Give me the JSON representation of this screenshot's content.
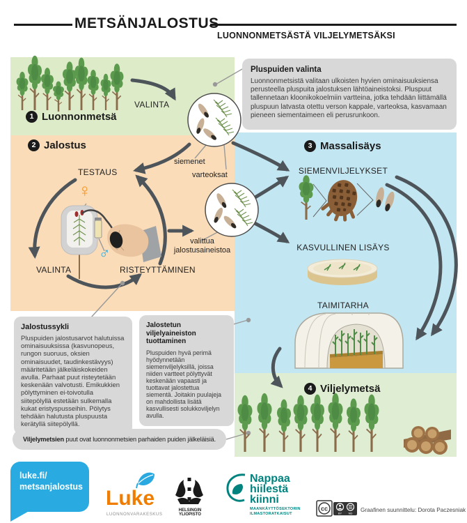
{
  "header": {
    "title": "METSÄNJALOSTUS",
    "subtitle": "LUONNONMETSÄSTÄ VILJELYMETSÄKSI"
  },
  "info_box": {
    "title": "Pluspuiden valinta",
    "body": "Luonnonmetsistä valitaan ulkoisten hyvien ominaisuuksiensa perusteella pluspuita jalostuksen lähtöaineistoksi. Pluspuut tallennetaan kloonikokoelmiin vartteina, jotka tehdään liittämällä pluspuun latvasta otettu verson kappale, varteoksa, kasvamaan pieneen siementaimeen eli perusrunkoon."
  },
  "stage1": {
    "number": "1",
    "label": "Luonnonmetsä",
    "arrow_label": "VALINTA"
  },
  "stage2": {
    "number": "2",
    "label": "Jalostus",
    "testaus": "TESTAUS",
    "valinta": "VALINTA",
    "risteyttaminen": "RISTEYTTÄMINEN",
    "female_symbol": "♀",
    "male_symbol": "♂",
    "siemenet": "siemenet",
    "varteoksat": "varteoksat",
    "valittua_line1": "valittua",
    "valittua_line2": "jalostusaineistoa"
  },
  "stage3": {
    "number": "3",
    "label": "Massalisäys",
    "item1": "SIEMENVILJELYKSET",
    "item2": "KASVULLINEN LISÄYS",
    "item3": "TAIMITARHA"
  },
  "stage4": {
    "number": "4",
    "label": "Viljelymetsä"
  },
  "jalostussykli_box": {
    "title": "Jalostussykli",
    "body": "Pluspuiden jalostusarvot halutuissa ominaisuuksissa (kasvunopeus, rungon suoruus, oksien ominaisuudet, taudinkestävyys) määritetään jälkeläiskokeiden avulla. Parhaat puut risteytetään keskenään valvotusti. Emikukkien pölyttyminen ei-toivotulla siitepölyllä estetään sulkemalla kukat eristyspusseihin. Pölytys tehdään halutusta pluspuusta kerätyllä siitepölyllä."
  },
  "tuottaminen_box": {
    "title": "Jalostetun viljelyaineiston tuottaminen",
    "body": "Pluspuiden hyvä perimä hyödynnetään siemenviljelyksillä, joissa niiden vartteet pölyttyvät keskenään vapaasti ja tuottavat jalostettua siementä. Joitakin puulajeja on mahdollista lisätä kasvullisesti solukkoviljelyn avulla."
  },
  "bottom_note": {
    "bold": "Viljelymetsien",
    "rest": " puut ovat luonnonmetsien parhaiden puiden jälkeläisiä."
  },
  "footer": {
    "bubble_line1": "luke.fi/",
    "bubble_line2": "metsanjalostus",
    "luke_name": "Luke",
    "luke_sub": "LUONNONVARAKESKUS",
    "university": "HELSINGIN YLIOPISTO",
    "nappaa_line1": "Nappaa",
    "nappaa_line2": "hiilestä",
    "nappaa_line3": "kiinni",
    "nappaa_sub1": "MAANKÄYTTÖSEKTORIN",
    "nappaa_sub2": "ILMASTORATKAISUT",
    "credit": "Graafinen suunnittelu: Dorota Paczesniak"
  },
  "colors": {
    "panel_green_top": "#DDEBC8",
    "panel_orange": "#FADCB8",
    "panel_blue": "#C3E7F2",
    "panel_green_bottom": "#DFEDD2",
    "box_gray": "#D8D8D8",
    "arrow": "#4D545A",
    "female": "#F7941D",
    "male": "#29ABE2",
    "luke_orange": "#F07D00",
    "teal": "#00837E",
    "bubble_blue": "#29ABE2"
  }
}
